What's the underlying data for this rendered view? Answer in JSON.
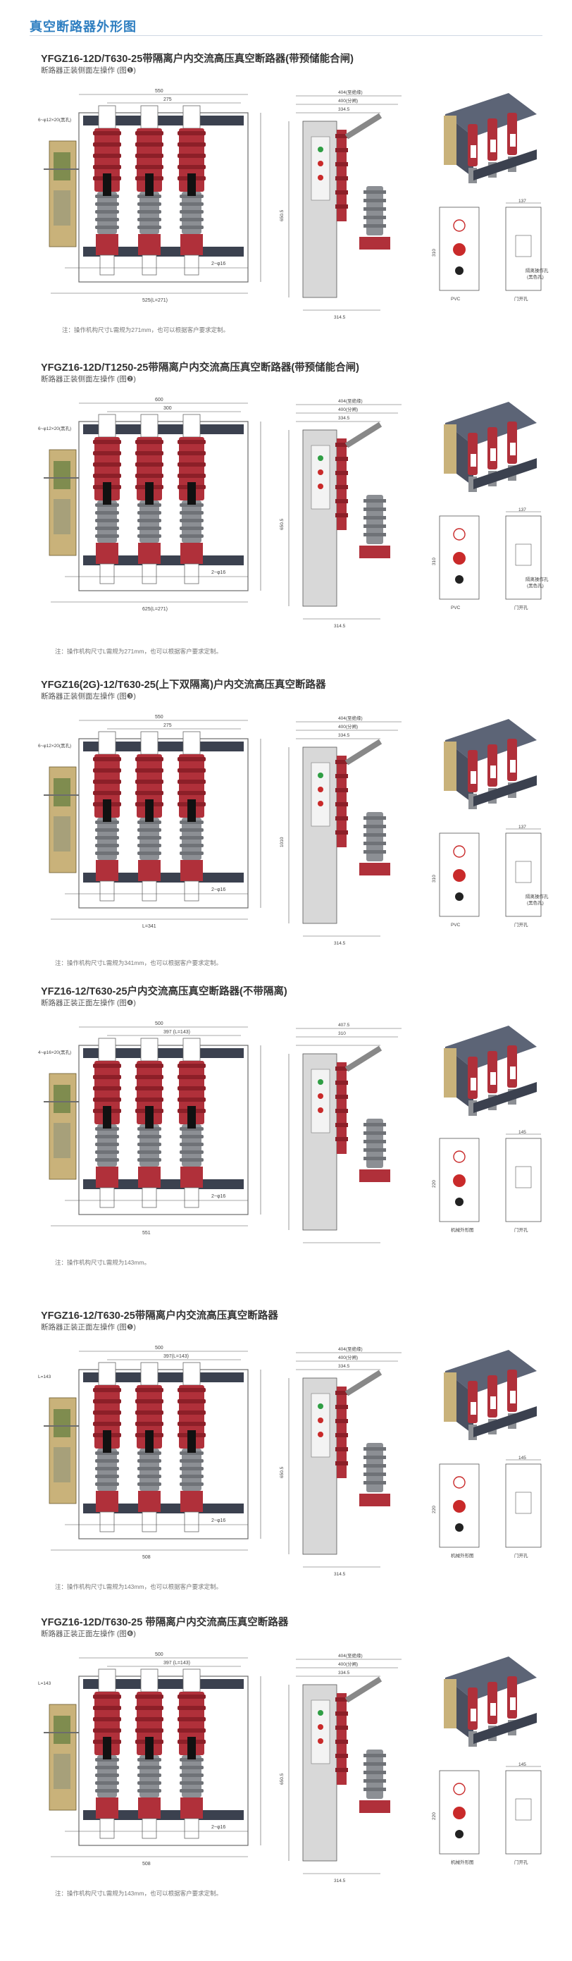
{
  "page": {
    "title": "真空断路器外形图"
  },
  "colors": {
    "accent": "#2f7fc1",
    "busbar": "#5c6476",
    "insulator_red": "#b0303a",
    "insulator_gray": "#8c8f94"
  },
  "sections": [
    {
      "title": "YFGZ16-12D/T630-25带隔离户内交流高压真空断路器(带预储能合闸)",
      "subtitle": "断路器正装侧面左操作 (图❶)",
      "note": "注：操作机构尺寸L需规为271mm，也可以根据客户要求定制。",
      "dims": {
        "top1": "550",
        "top2": "275",
        "bolt": "2~φ16",
        "holes": "6~φ12×20(黑孔)",
        "bottom": "525(L=271)",
        "side_w1": "404(至绝缘)",
        "side_w2": "400(分闸)",
        "side_w3": "334.5",
        "height": "650.5",
        "caption1": "PVC",
        "caption2": "门开孔",
        "label1": "隔离操作孔",
        "label2": "(黑色孔)",
        "depth": "314.5",
        "panel_w": "137",
        "panel_h": "310"
      }
    },
    {
      "title": "YFGZ16-12D/T1250-25带隔离户内交流高压真空断路器(带预储能合闸)",
      "subtitle": "断路器正装侧面左操作 (图❷)",
      "note": "注：操作机构尺寸L需规为271mm，也可以根据客户要求定制。",
      "dims": {
        "top1": "600",
        "top2": "300",
        "bolt": "2~φ16",
        "holes": "6~φ12×20(黑孔)",
        "bottom": "625(L=271)",
        "side_w1": "404(至绝缘)",
        "side_w2": "400(分闸)",
        "side_w3": "334.5",
        "height": "650.5",
        "caption1": "PVC",
        "caption2": "门开孔",
        "label1": "隔离操作孔",
        "label2": "(黑色孔)",
        "depth": "314.5",
        "panel_w": "137",
        "panel_h": "310"
      }
    },
    {
      "title": "YFGZ16(2G)-12/T630-25(上下双隔离)户内交流高压真空断路器",
      "subtitle": "断路器正装侧面左操作 (图❸)",
      "note": "注：操作机构尺寸L需规为341mm，也可以根据客户要求定制。",
      "dims": {
        "top1": "550",
        "top2": "275",
        "bolt": "2~φ16",
        "holes": "6~φ12×20(黑孔)",
        "bottom": "L=341",
        "side_w1": "404(至绝缘)",
        "side_w2": "400(分闸)",
        "side_w3": "334.5",
        "height": "1010",
        "caption1": "PVC",
        "caption2": "门开孔",
        "label1": "隔离操作孔",
        "label2": "(黑色孔)",
        "depth": "314.5",
        "panel_w": "137",
        "panel_h": "310"
      }
    },
    {
      "title": "YFZ16-12/T630-25户内交流高压真空断路器(不带隔离)",
      "subtitle": "断路器正装正面左操作 (图❹)",
      "note": "注：操作机构尺寸L需规为143mm。",
      "dims": {
        "top1": "500",
        "top2": "397 (L=143)",
        "bolt": "2~φ16",
        "holes": "4~φ16×20(黑孔)",
        "bottom": "551",
        "side_w1": "407.5",
        "side_w2": "310",
        "side_w3": "",
        "height": "",
        "caption1": "机械外形图",
        "caption2": "门开孔",
        "label1": "",
        "label2": "",
        "depth": "",
        "panel_w": "145",
        "panel_h": "220"
      }
    },
    {
      "title": "YFGZ16-12/T630-25带隔离户内交流高压真空断路器",
      "subtitle": "断路器正装正面左操作 (图❺)",
      "note": "注：操作机构尺寸L需规为143mm，也可以根据客户要求定制。",
      "dims": {
        "top1": "500",
        "top2": "397(L=143)",
        "bolt": "2~φ16",
        "holes": "L=143",
        "bottom": "508",
        "side_w1": "404(至绝缘)",
        "side_w2": "400(分闸)",
        "side_w3": "334.5",
        "height": "650.5",
        "caption1": "机械外形图",
        "caption2": "门开孔",
        "label1": "",
        "label2": "",
        "depth": "314.5",
        "panel_w": "145",
        "panel_h": "220"
      }
    },
    {
      "title": "YFGZ16-12D/T630-25 带隔离户内交流高压真空断路器",
      "subtitle": "断路器正装正面左操作 (图❻)",
      "note": "注：操作机构尺寸L需规为143mm，也可以根据客户要求定制。",
      "dims": {
        "top1": "500",
        "top2": "397 (L=143)",
        "bolt": "2~φ16",
        "holes": "L=143",
        "bottom": "508",
        "side_w1": "404(至绝缘)",
        "side_w2": "400(分闸)",
        "side_w3": "334.5",
        "height": "650.5",
        "caption1": "机械外形图",
        "caption2": "门开孔",
        "label1": "",
        "label2": "",
        "depth": "314.5",
        "panel_w": "145",
        "panel_h": "220"
      }
    }
  ]
}
